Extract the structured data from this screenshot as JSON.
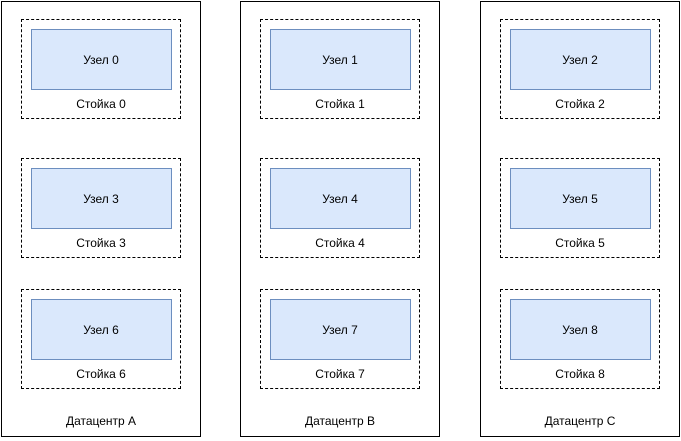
{
  "diagram": {
    "title": "",
    "colors": {
      "background": "#ffffff",
      "datacenter_border": "#000000",
      "rack_border": "#000000",
      "node_fill": "#dae8fc",
      "node_border": "#6c8ebf",
      "text": "#000000"
    },
    "datacenters": [
      {
        "label": "Датацентр A",
        "racks": [
          {
            "label": "Стойка 0",
            "node": "Узел 0"
          },
          {
            "label": "Стойка 3",
            "node": "Узел 3"
          },
          {
            "label": "Стойка 6",
            "node": "Узел 6"
          }
        ]
      },
      {
        "label": "Датацентр B",
        "racks": [
          {
            "label": "Стойка 1",
            "node": "Узел 1"
          },
          {
            "label": "Стойка 4",
            "node": "Узел 4"
          },
          {
            "label": "Стойка 7",
            "node": "Узел 7"
          }
        ]
      },
      {
        "label": "Датацентр C",
        "racks": [
          {
            "label": "Стойка 2",
            "node": "Узел 2"
          },
          {
            "label": "Стойка 5",
            "node": "Узел 5"
          },
          {
            "label": "Стойка 8",
            "node": "Узел 8"
          }
        ]
      }
    ]
  }
}
